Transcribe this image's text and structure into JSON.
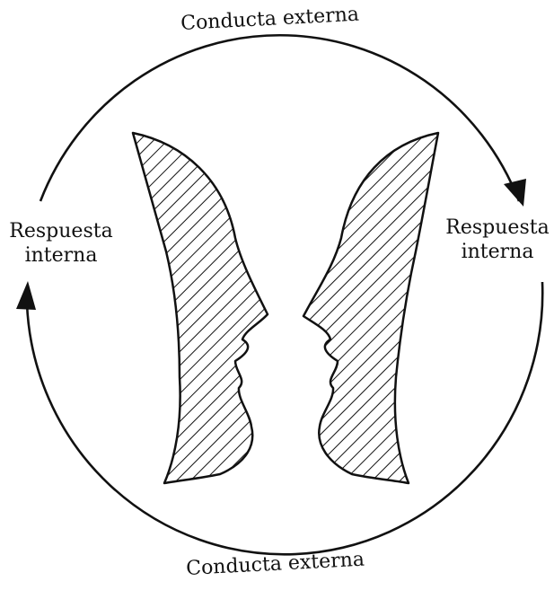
{
  "labels": {
    "top": "Conducta externa",
    "bottom": "Conducta externa",
    "left": {
      "line1": "Respuesta",
      "line2": "interna"
    },
    "right": {
      "line1": "Respuesta",
      "line2": "interna"
    }
  },
  "colors": {
    "ink": "#111111",
    "background": "#ffffff"
  }
}
